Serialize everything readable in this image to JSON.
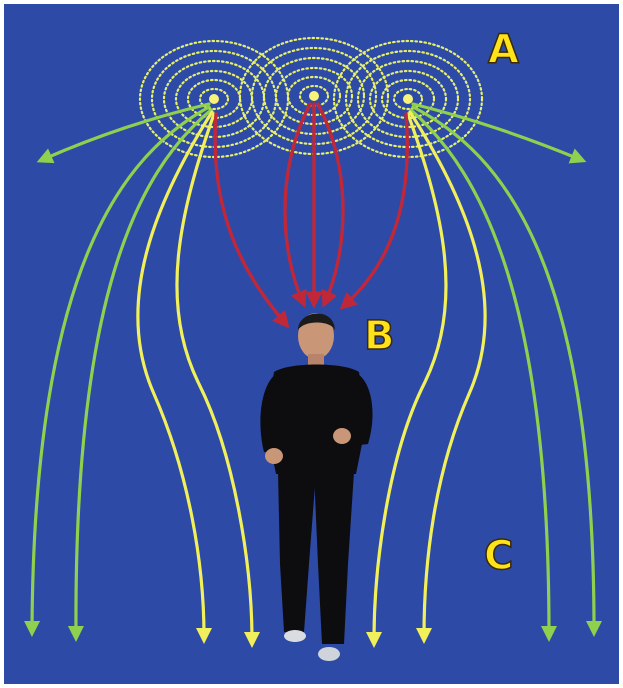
{
  "labels": {
    "a": "A",
    "b": "B",
    "c": "C"
  },
  "colors": {
    "background": "#2d4aa6",
    "rings": "#e7f06a",
    "green_lines": "#8fd14f",
    "yellow_lines": "#f1f05a",
    "red_arrows": "#c0283a",
    "label": "#ffe21a"
  }
}
